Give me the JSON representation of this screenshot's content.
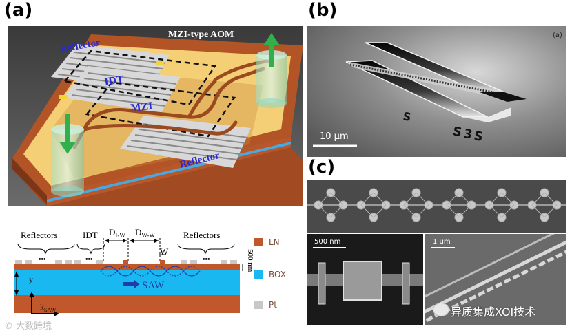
{
  "panels": {
    "a_label": "(a)",
    "b_label": "(b)",
    "c_label": "(c)"
  },
  "device3d": {
    "title": "MZI-type AOM",
    "reflector_top": "Reflector",
    "reflector_bottom": "Reflector",
    "idt": "IDT",
    "mzi": "MZI"
  },
  "cross_section": {
    "reflectors_left": "Reflectors",
    "idt": "IDT",
    "reflectors_right": "Reflectors",
    "dots": "•••",
    "d_iw_main": "D",
    "d_iw_sub": "I-W",
    "d_ww_main": "D",
    "d_ww_sub": "W-W",
    "w": "W",
    "thickness": "500 nm",
    "y_axis": "y",
    "k_main": "k",
    "k_sub": "SAW",
    "saw": "SAW",
    "legend": [
      {
        "label": "LN",
        "color": "#c0582b"
      },
      {
        "label": "BOX",
        "color": "#1ab8f0"
      },
      {
        "label": "Pt",
        "color": "#c8c8c8"
      }
    ]
  },
  "sem_b": {
    "corner_tag": "(a)",
    "scale": "10 μm",
    "mark1": "S",
    "mark2": "S3S"
  },
  "sem_c": {
    "scale_left": "500 nm",
    "scale_right": "1 um"
  },
  "watermarks": {
    "left": "© 大数跨境",
    "right": "异质集成XOI技术"
  },
  "colors": {
    "ln": "#c0582b",
    "box": "#1ab8f0",
    "pt": "#c8c8c8",
    "gold": "#f7d77b",
    "label_blue": "#2a2ad0"
  }
}
